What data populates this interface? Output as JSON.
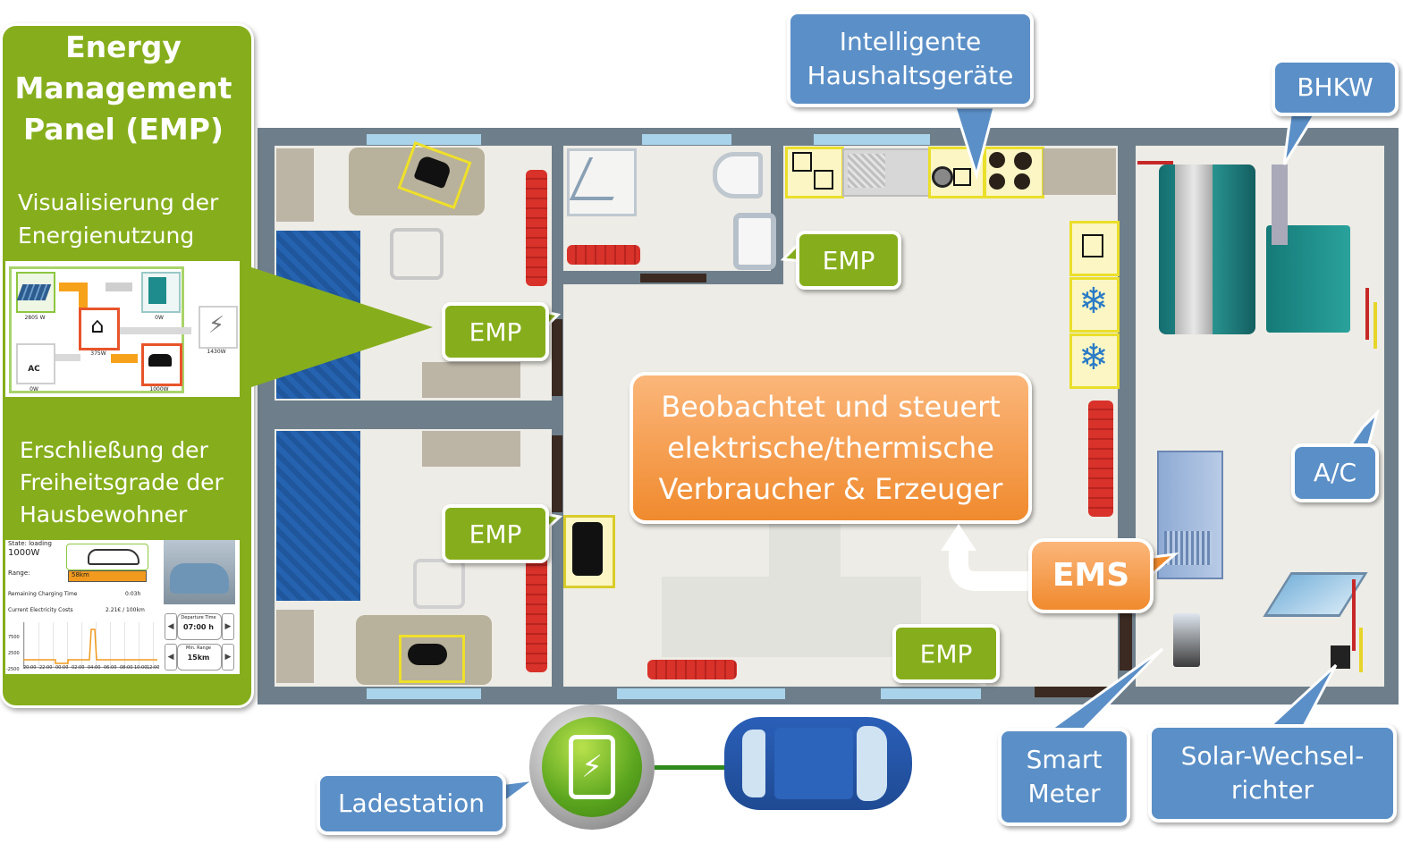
{
  "panel": {
    "title": "Energy Management Panel (EMP)",
    "item1": "Visualisierung der Energienutzung",
    "item2": "Erschließung der Freiheitsgrade der Hausbewohner",
    "viz": {
      "solar": "2805 W",
      "house": "375W",
      "battery": "0W",
      "grid": "1430W",
      "ac_label": "AC",
      "ac": "0W",
      "car": "1000W"
    },
    "car_screen": {
      "state_label": "State: loading",
      "state_value": "1000W",
      "range_label": "Range:",
      "range_value": "58km",
      "remaining_label": "Remaining Charging Time",
      "remaining_value": "0:03h",
      "cost_label": "Current Electricity Costs",
      "cost_value": "2.21€ / 100km",
      "y_ticks": [
        "7500",
        "2500",
        "-2500"
      ],
      "x_ticks": [
        "20:00",
        "22:00",
        "00:00",
        "02:00",
        "04:00",
        "06:00",
        "08:00",
        "10:00",
        "12:00"
      ],
      "departure_label": "Departure Time",
      "departure_value": "07:00 h",
      "min_range_label": "Min. Range",
      "min_range_value": "15km"
    }
  },
  "labels": {
    "appliances": "Intelligente Haushaltsgeräte",
    "bhkw": "BHKW",
    "ac": "A/C",
    "smart_meter": "Smart Meter",
    "solar_inverter": "Solar-Wechsel-richter",
    "charging_station": "Ladestation",
    "ems": "EMS",
    "center": "Beobachtet und steuert elektrische/thermische Verbraucher & Erzeuger",
    "emp": "EMP"
  },
  "colors": {
    "green": "#86ae1c",
    "blue": "#5b8fc7",
    "orange": "#f08a2e",
    "wall": "#6e7f8b",
    "radiator": "#d8322a"
  }
}
